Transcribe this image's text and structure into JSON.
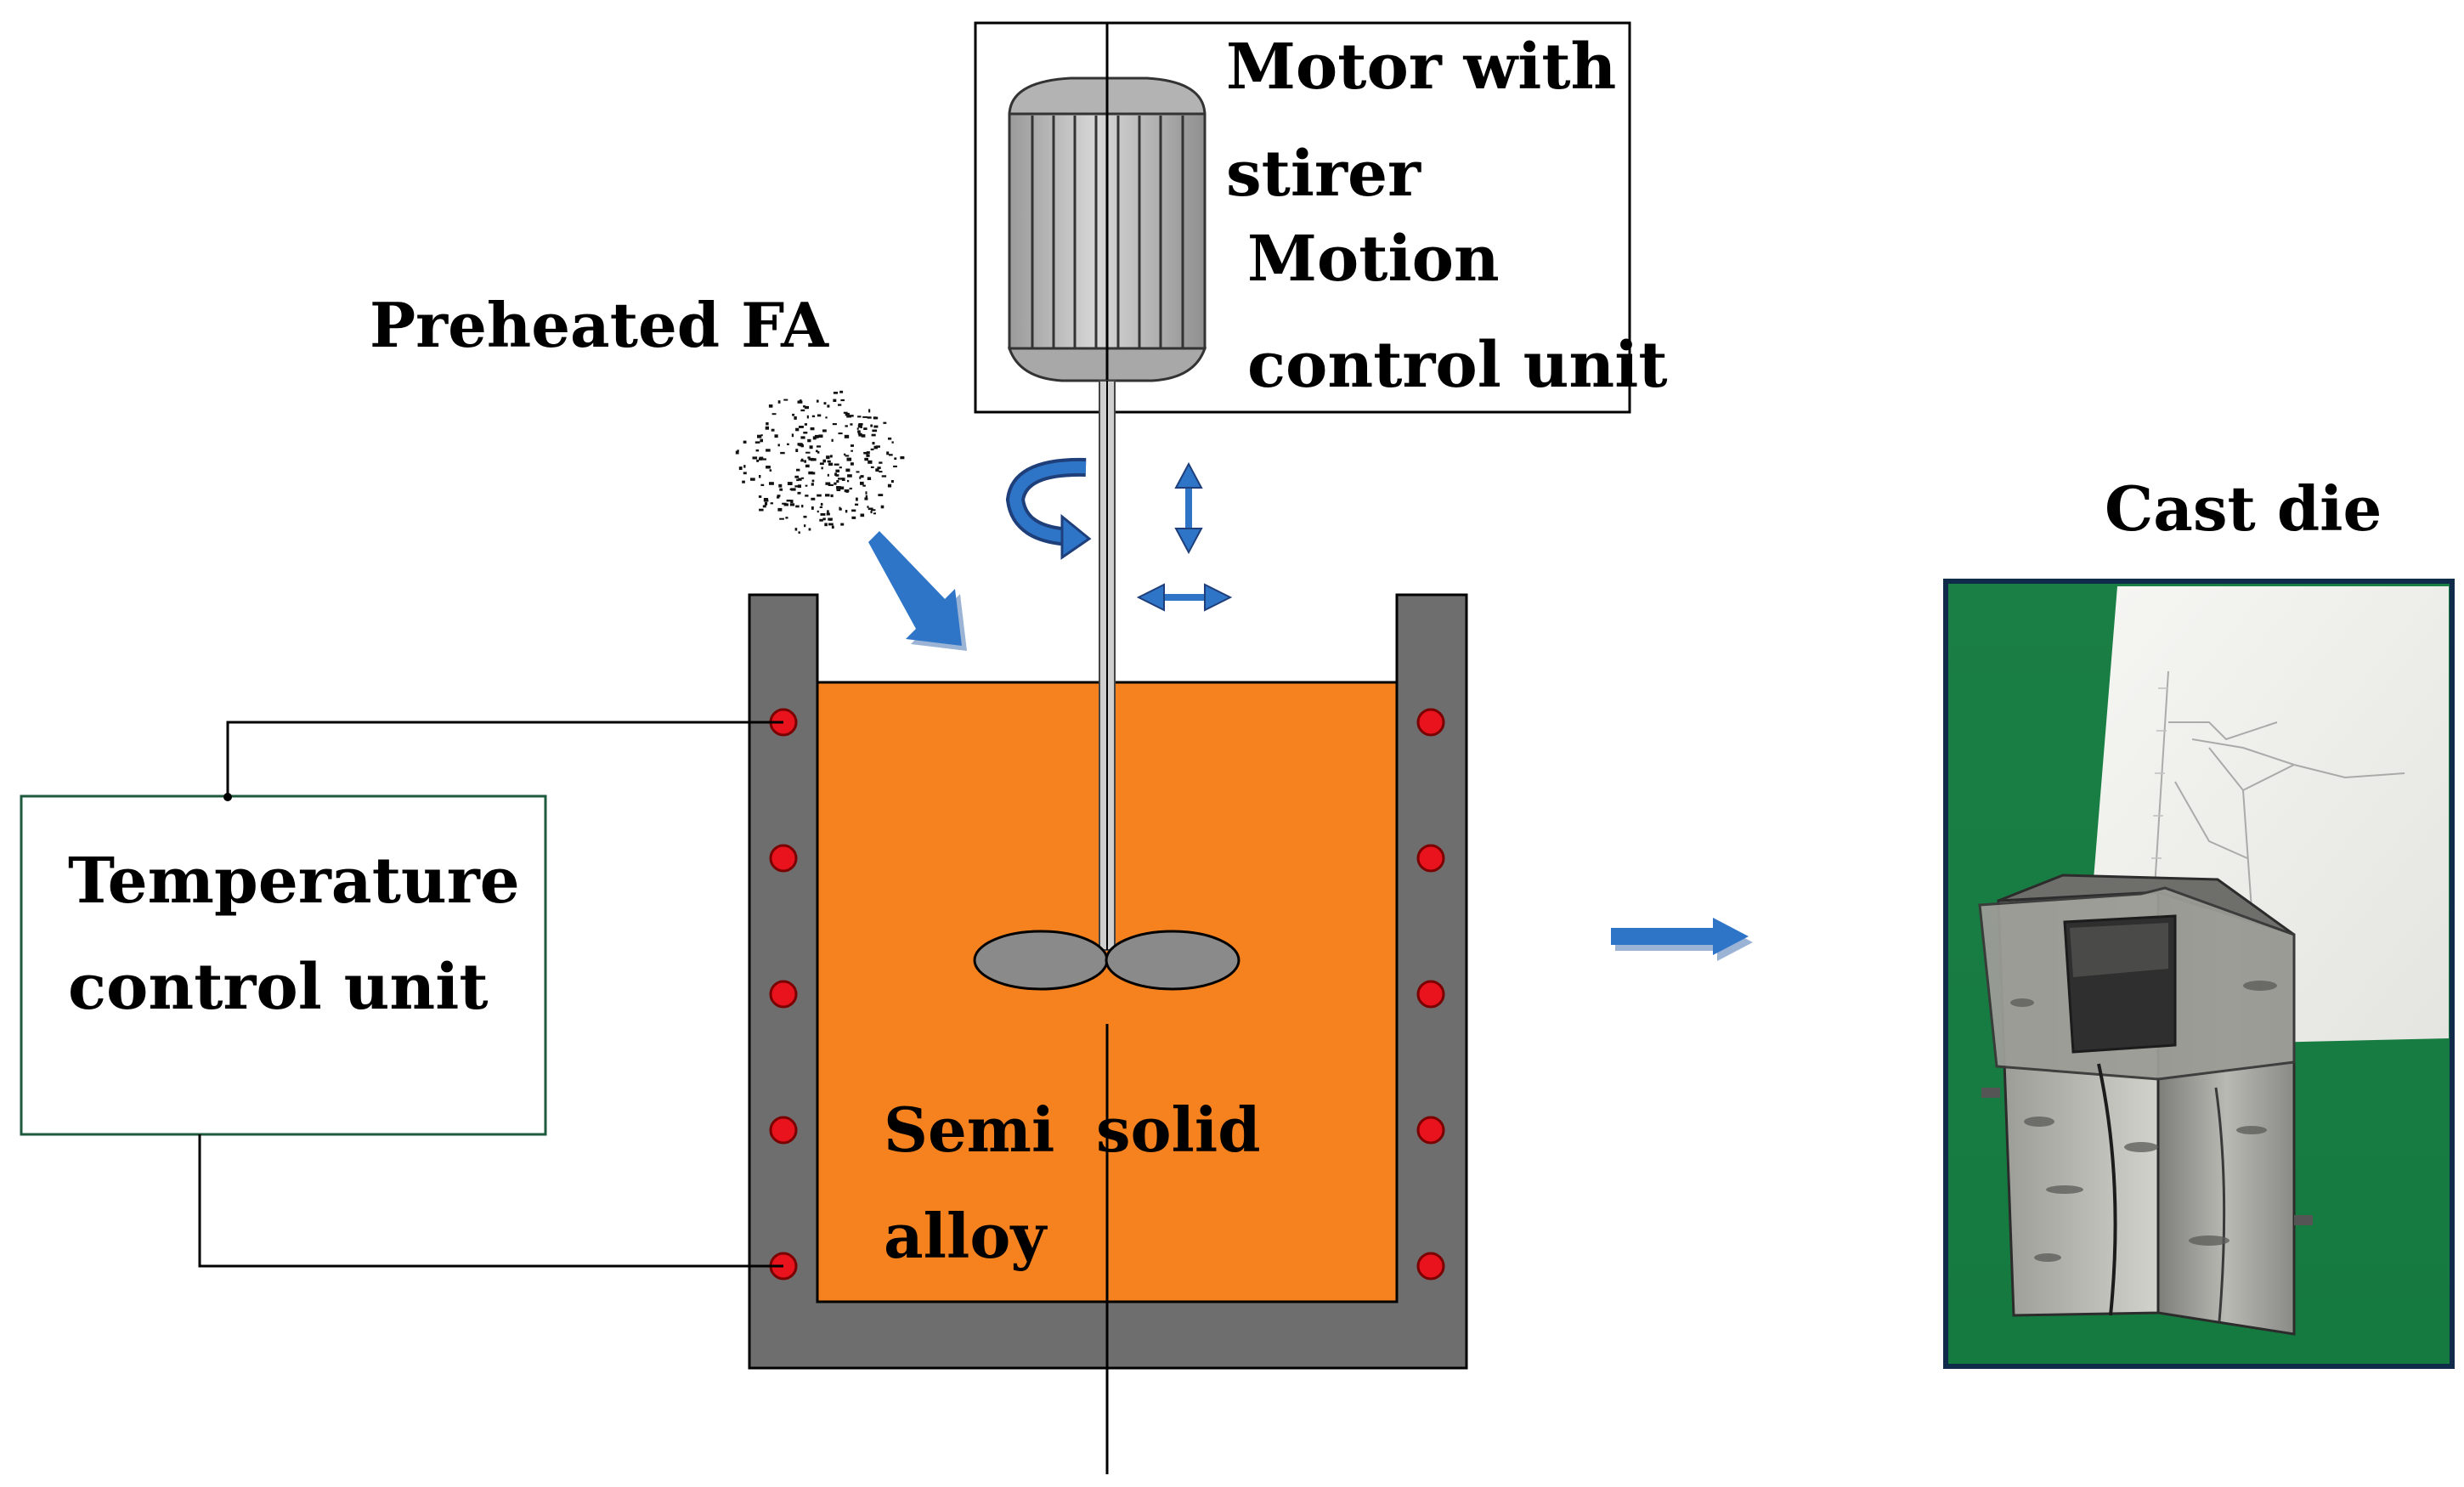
{
  "labels": {
    "motor_line1": "Motor with",
    "motor_line2": "stirer",
    "motion_line1": "Motion",
    "motion_line2": "control unit",
    "preheated": "Preheated FA",
    "temp_line1": "Temperature",
    "temp_line2": "control unit",
    "semi": "Semi",
    "solid": "solid",
    "alloy": "alloy",
    "cast_die": "Cast die"
  },
  "colors": {
    "melt": "#F5821F",
    "furnace_wall": "#6E6E6E",
    "heater": "#E8131C",
    "arrow": "#2E75C8",
    "temp_box_border": "#1E5A3C",
    "photo_frame": "#102A4A",
    "photo_background": "#1E8A4A",
    "paper": "#F4F4F0",
    "die_block": "#8C8C88",
    "motor_body": "#BEBEBE",
    "paddle": "#8A8A8A"
  },
  "icons": {
    "motor": "motor-cylinder-icon",
    "rotation": "rotation-arrow-icon",
    "vertical": "vertical-double-arrow-icon",
    "horizontal": "horizontal-double-arrow-icon",
    "flow": "flow-arrow-icon",
    "powder": "powder-particles-icon"
  },
  "heater_count_per_side": 5
}
